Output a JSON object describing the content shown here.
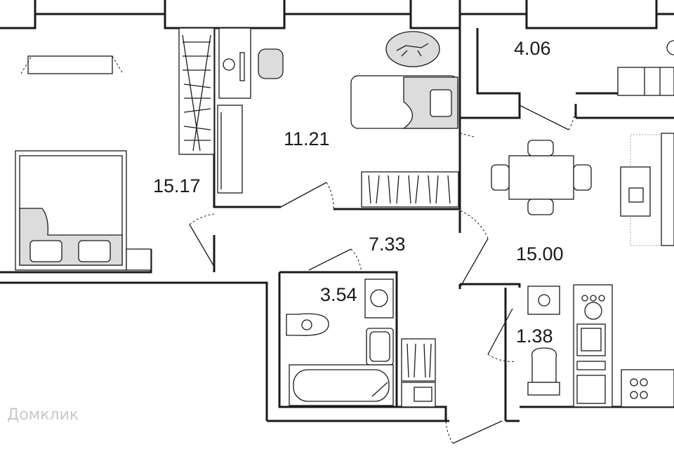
{
  "rooms": [
    {
      "id": "bedroom-large",
      "area": "15.17"
    },
    {
      "id": "bedroom-small",
      "area": "11.21"
    },
    {
      "id": "loggia",
      "area": "4.06"
    },
    {
      "id": "hallway",
      "area": "7.33"
    },
    {
      "id": "kitchen-living",
      "area": "15.00"
    },
    {
      "id": "bathroom",
      "area": "3.54"
    },
    {
      "id": "wc",
      "area": "1.38"
    }
  ],
  "watermark": {
    "text": "Домклик"
  }
}
